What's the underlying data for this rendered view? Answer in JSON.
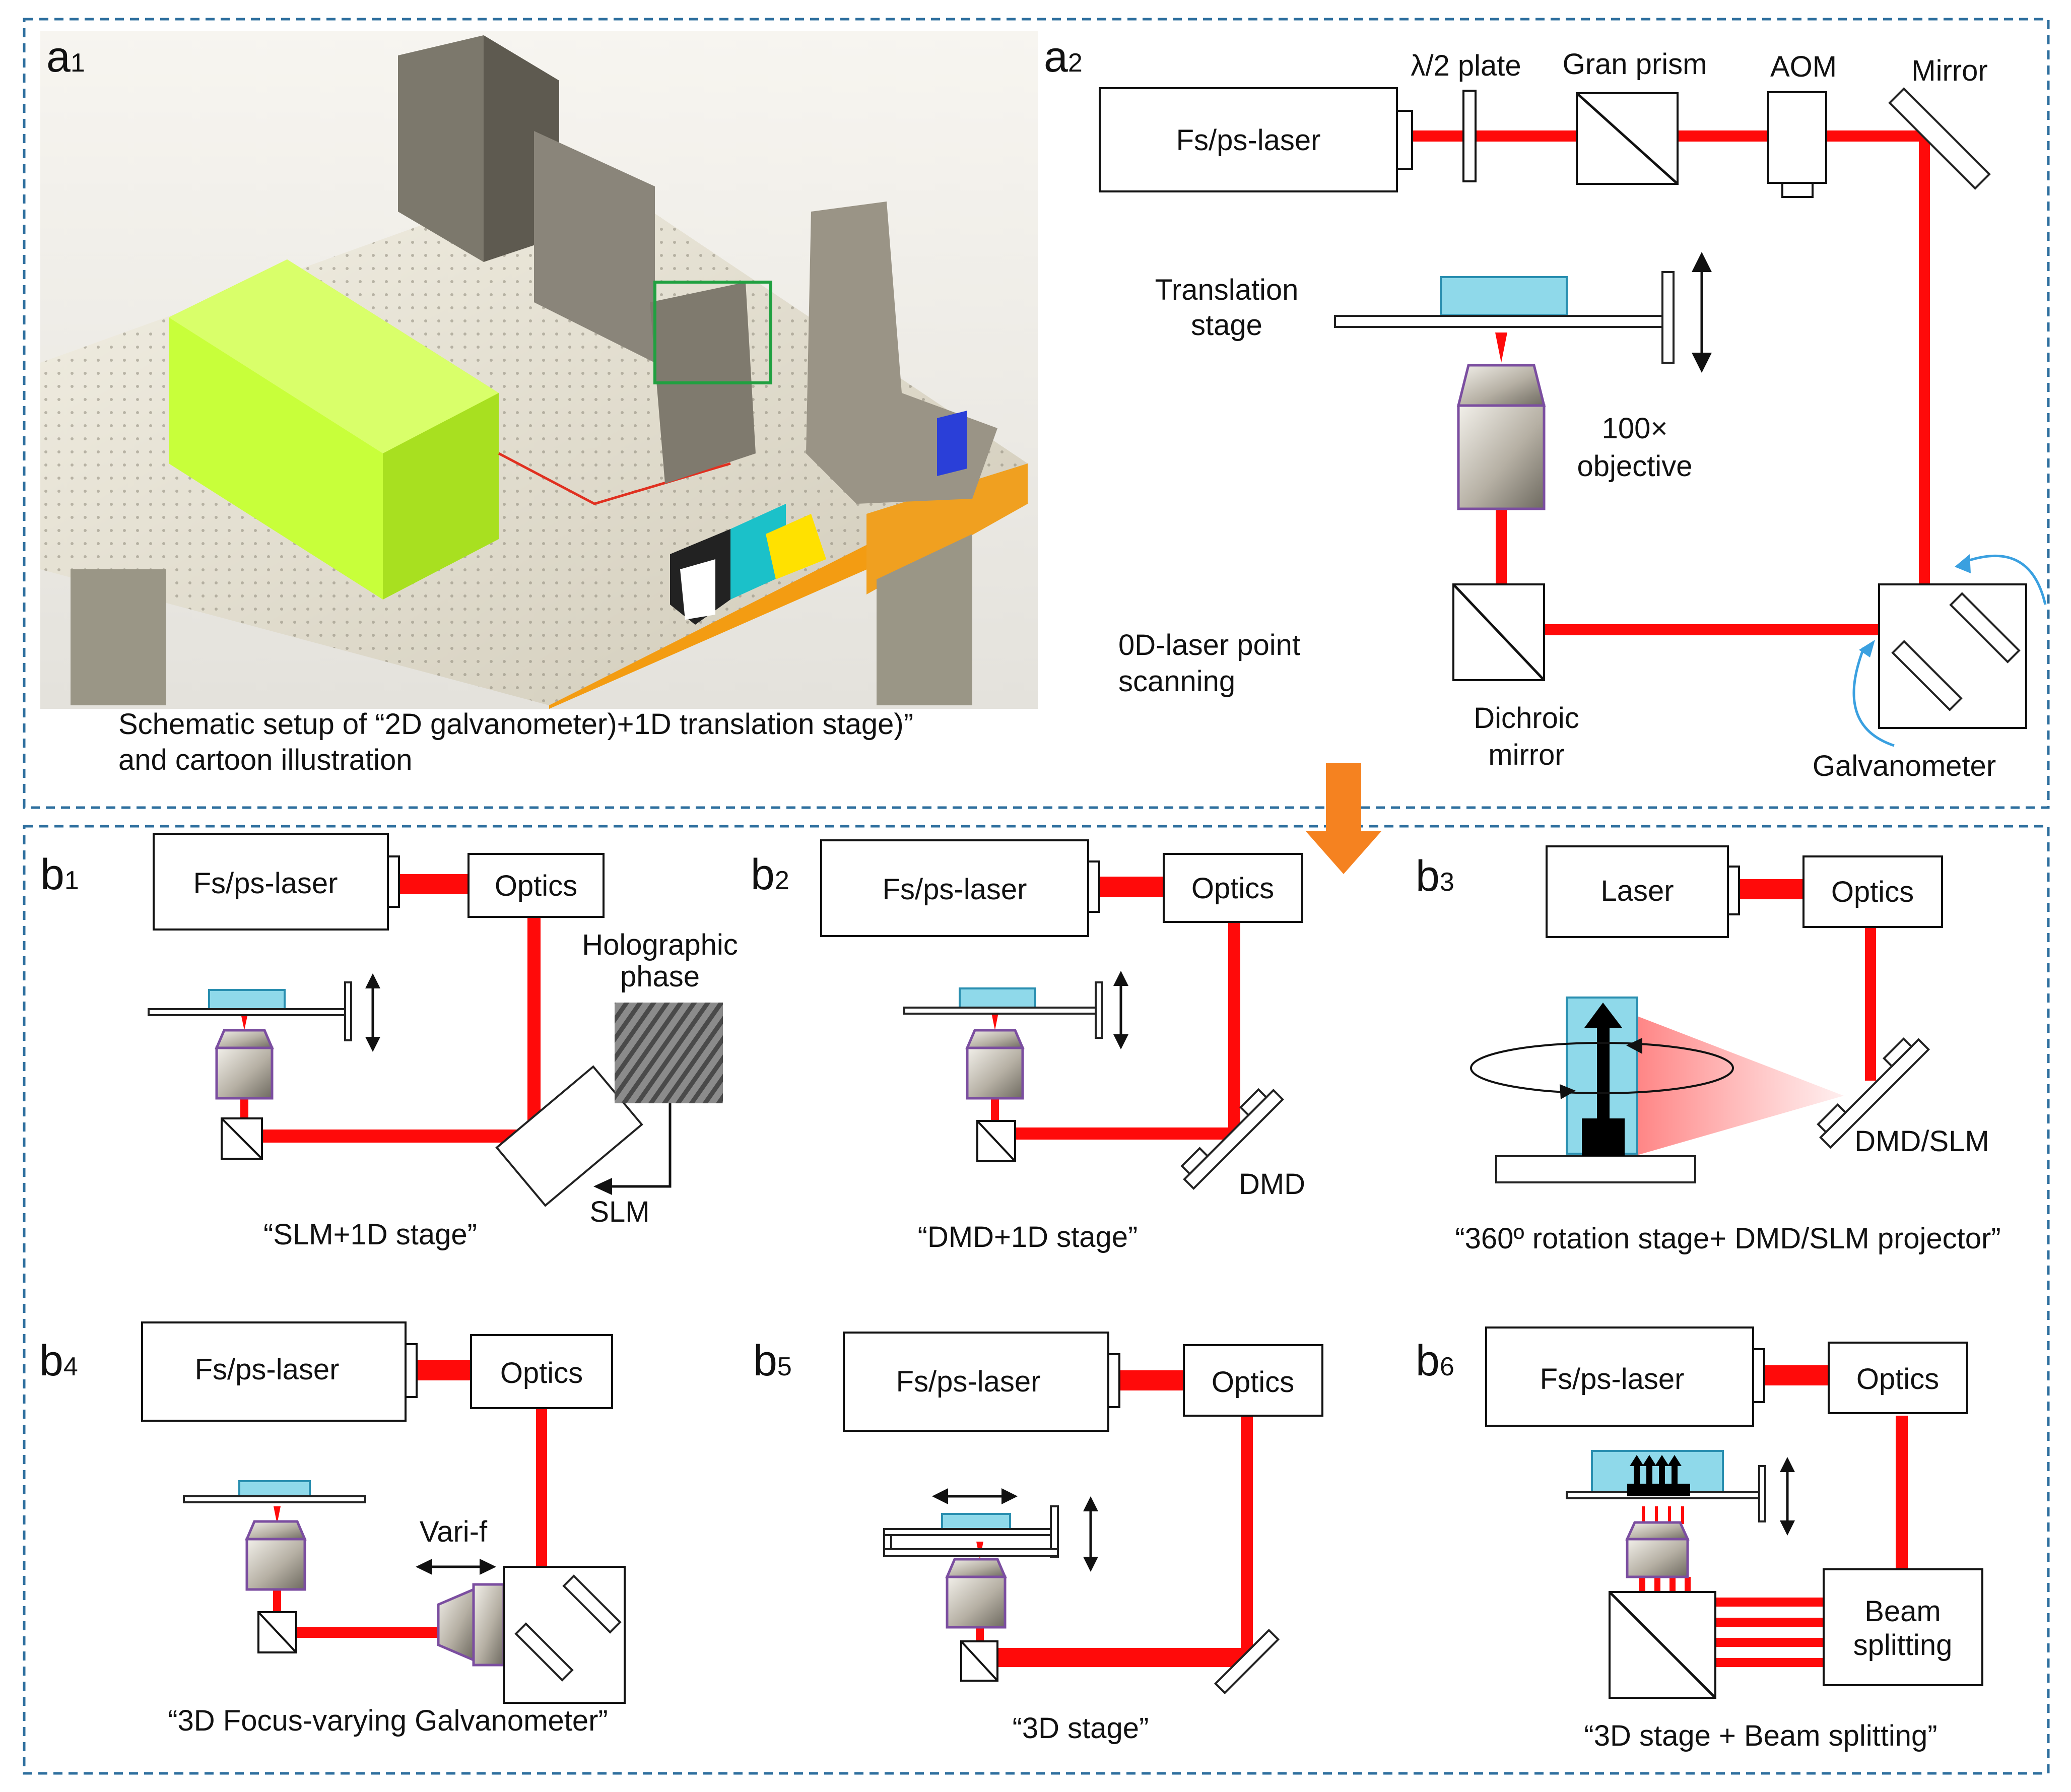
{
  "colors": {
    "beam": "#ff0a0a",
    "sample": "#8fd9ea",
    "frame": "#2e6f9e",
    "arrow": "#f58220",
    "rotation_arrow": "#3aa0e0",
    "laser_box_3d": "#c8ff3a"
  },
  "panels": {
    "a1": {
      "letter": "a",
      "sub": "1",
      "caption_line1": "Schematic setup of “2D galvanometer)+1D translation stage)”",
      "caption_line2": "and cartoon illustration"
    },
    "a2": {
      "letter": "a",
      "sub": "2",
      "laser": "Fs/ps-laser",
      "half_wave": "λ/2 plate",
      "gran_prism": "Gran prism",
      "aom": "AOM",
      "mirror": "Mirror",
      "translation_line1": "Translation",
      "translation_line2": "stage",
      "objective_line1": "100×",
      "objective_line2": "objective",
      "scan_line1": "0D-laser point",
      "scan_line2": "scanning",
      "dichroic_line1": "Dichroic",
      "dichroic_line2": "mirror",
      "galvanometer": "Galvanometer"
    },
    "b1": {
      "letter": "b",
      "sub": "1",
      "laser": "Fs/ps-laser",
      "optics": "Optics",
      "holo_line1": "Holographic",
      "holo_line2": "phase",
      "slm": "SLM",
      "caption": "“SLM+1D stage”"
    },
    "b2": {
      "letter": "b",
      "sub": "2",
      "laser": "Fs/ps-laser",
      "optics": "Optics",
      "dmd": "DMD",
      "caption": "“DMD+1D stage”"
    },
    "b3": {
      "letter": "b",
      "sub": "3",
      "laser": "Laser",
      "optics": "Optics",
      "dmdslm": "DMD/SLM",
      "caption": "“360º rotation stage+ DMD/SLM projector”"
    },
    "b4": {
      "letter": "b",
      "sub": "4",
      "laser": "Fs/ps-laser",
      "optics": "Optics",
      "varif": "Vari-f",
      "caption": "“3D Focus-varying Galvanometer”"
    },
    "b5": {
      "letter": "b",
      "sub": "5",
      "laser": "Fs/ps-laser",
      "optics": "Optics",
      "caption": "“3D stage”"
    },
    "b6": {
      "letter": "b",
      "sub": "6",
      "laser": "Fs/ps-laser",
      "optics": "Optics",
      "beam_line1": "Beam",
      "beam_line2": "splitting",
      "caption": "“3D stage + Beam splitting”"
    }
  }
}
